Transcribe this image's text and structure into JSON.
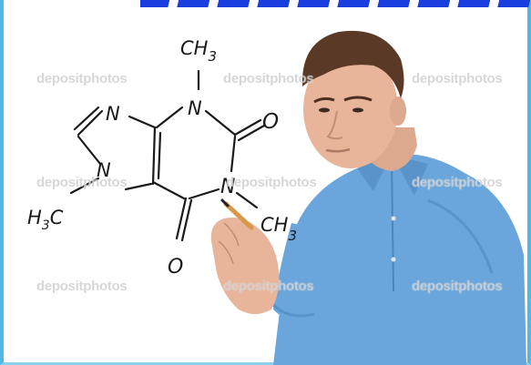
{
  "banner": {
    "color": "#1a3de0"
  },
  "frame": {
    "border_color": "#4fb9e4"
  },
  "watermark": {
    "text": "depositphotos"
  },
  "molecule": {
    "n_ch3_top": "N",
    "ch3_top": "CH",
    "ch3_top_sub": "3",
    "o_right": "O",
    "n_ring_left_top": "N",
    "n_ring_left_bottom": "N",
    "n_right": "N",
    "ch3_right": "CH",
    "ch3_right_sub": "3",
    "o_bottom": "O",
    "h3c_left_h": "H",
    "h3c_left_sub": "3",
    "h3c_left_c": "C"
  },
  "person": {
    "shirt_color": "#6aa6db",
    "skin_color": "#e8b49a",
    "hair_color": "#5a3a26"
  }
}
